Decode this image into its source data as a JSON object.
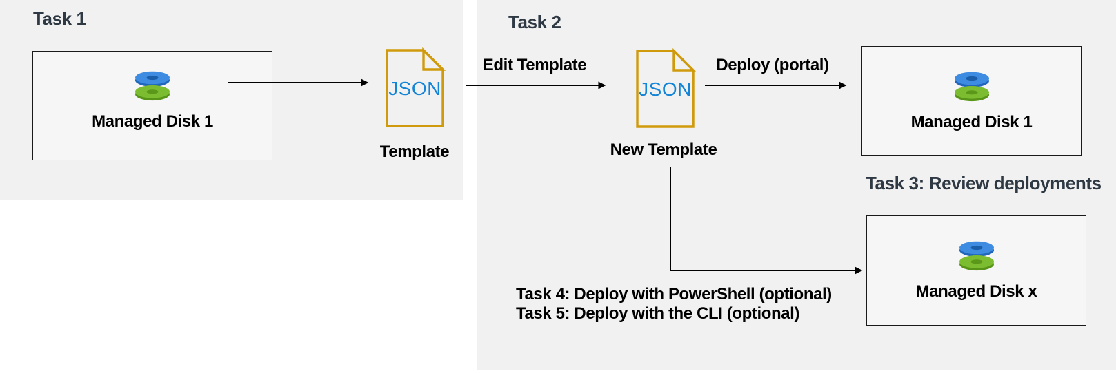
{
  "headings": {
    "task1": "Task 1",
    "task2": "Task 2",
    "task3": "Task 3: Review deployments"
  },
  "flow_labels": {
    "edit_template": "Edit Template",
    "deploy_portal": "Deploy (portal)",
    "template": "Template",
    "new_template": "New Template"
  },
  "optional_tasks": {
    "task4": "Task 4: Deploy with PowerShell (optional)",
    "task5": "Task 5: Deploy with the CLI (optional)"
  },
  "nodes": {
    "disk_box_1": {
      "label": "Managed Disk 1"
    },
    "disk_box_2": {
      "label": "Managed Disk 1"
    },
    "disk_box_3": {
      "label": "Managed Disk x"
    },
    "json_file_1": {
      "label": "JSON"
    },
    "json_file_2": {
      "label": "JSON"
    }
  },
  "icons": {
    "managed_disk": "managed-disk-icon",
    "json_file": "json-file-icon",
    "arrow": "arrow-right-icon"
  },
  "colors": {
    "panel_bg": "#f1f1f1",
    "heading_text": "#2e3944",
    "label_text": "#000000",
    "arrow": "#000000",
    "box_border": "#1a1a1a",
    "box_fill": "#f6f6f6",
    "json_doc_border": "#cf9a0b",
    "json_text": "#1384d6",
    "disk_blue_top": "#3d8ce2",
    "disk_blue_rim": "#2066bb",
    "disk_blue_hole": "#1a5da9",
    "disk_green_top": "#7cbc31",
    "disk_green_rim": "#579417",
    "disk_green_hole": "#5b9719"
  }
}
